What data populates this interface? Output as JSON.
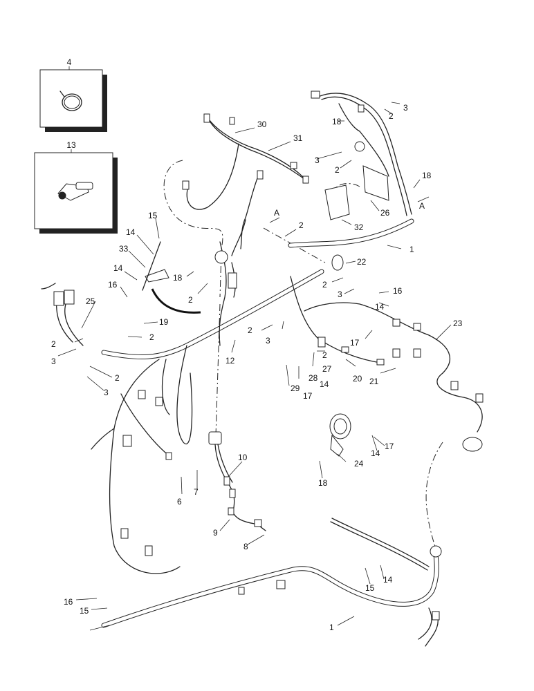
{
  "diagram": {
    "inset_4": {
      "label": "4"
    },
    "inset_13": {
      "label": "13"
    },
    "callouts": [
      {
        "label": "1"
      },
      {
        "label": "1"
      },
      {
        "label": "2"
      },
      {
        "label": "2"
      },
      {
        "label": "2"
      },
      {
        "label": "2"
      },
      {
        "label": "2"
      },
      {
        "label": "2"
      },
      {
        "label": "2"
      },
      {
        "label": "2"
      },
      {
        "label": "2"
      },
      {
        "label": "2"
      },
      {
        "label": "3"
      },
      {
        "label": "3"
      },
      {
        "label": "3"
      },
      {
        "label": "3"
      },
      {
        "label": "3"
      },
      {
        "label": "3"
      },
      {
        "label": "6"
      },
      {
        "label": "7"
      },
      {
        "label": "8"
      },
      {
        "label": "9"
      },
      {
        "label": "10"
      },
      {
        "label": "12"
      },
      {
        "label": "14"
      },
      {
        "label": "14"
      },
      {
        "label": "14"
      },
      {
        "label": "14"
      },
      {
        "label": "14"
      },
      {
        "label": "14"
      },
      {
        "label": "15"
      },
      {
        "label": "15"
      },
      {
        "label": "15"
      },
      {
        "label": "16"
      },
      {
        "label": "16"
      },
      {
        "label": "16"
      },
      {
        "label": "17"
      },
      {
        "label": "17"
      },
      {
        "label": "17"
      },
      {
        "label": "18"
      },
      {
        "label": "18"
      },
      {
        "label": "18"
      },
      {
        "label": "18"
      },
      {
        "label": "19"
      },
      {
        "label": "20"
      },
      {
        "label": "21"
      },
      {
        "label": "22"
      },
      {
        "label": "23"
      },
      {
        "label": "24"
      },
      {
        "label": "25"
      },
      {
        "label": "26"
      },
      {
        "label": "27"
      },
      {
        "label": "28"
      },
      {
        "label": "29"
      },
      {
        "label": "30"
      },
      {
        "label": "31"
      },
      {
        "label": "32"
      },
      {
        "label": "33"
      },
      {
        "label": "A"
      },
      {
        "label": "A"
      }
    ]
  }
}
